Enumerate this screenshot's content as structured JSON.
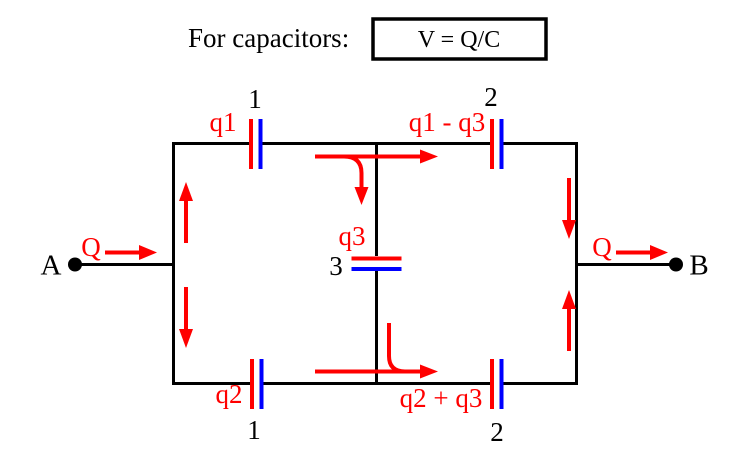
{
  "header": {
    "title": "For capacitors:",
    "formula": "V = Q/C"
  },
  "terminals": {
    "left": "A",
    "right": "B"
  },
  "flow": {
    "input_charge": "Q",
    "output_charge": "Q"
  },
  "capacitors": {
    "top_left": {
      "number": "1",
      "charge": "q1"
    },
    "top_right": {
      "number": "2",
      "charge": "q1 - q3"
    },
    "middle": {
      "number": "3",
      "charge": "q3"
    },
    "bottom_left": {
      "number": "1",
      "charge": "q2"
    },
    "bottom_right": {
      "number": "2",
      "charge": "q2 + q3"
    }
  },
  "colors": {
    "background": "#ffffff",
    "wire": "#000000",
    "left_plate": "#ff0000",
    "right_plate": "#0000ff",
    "charge_flow": "#ff0000",
    "text": "#000000"
  }
}
